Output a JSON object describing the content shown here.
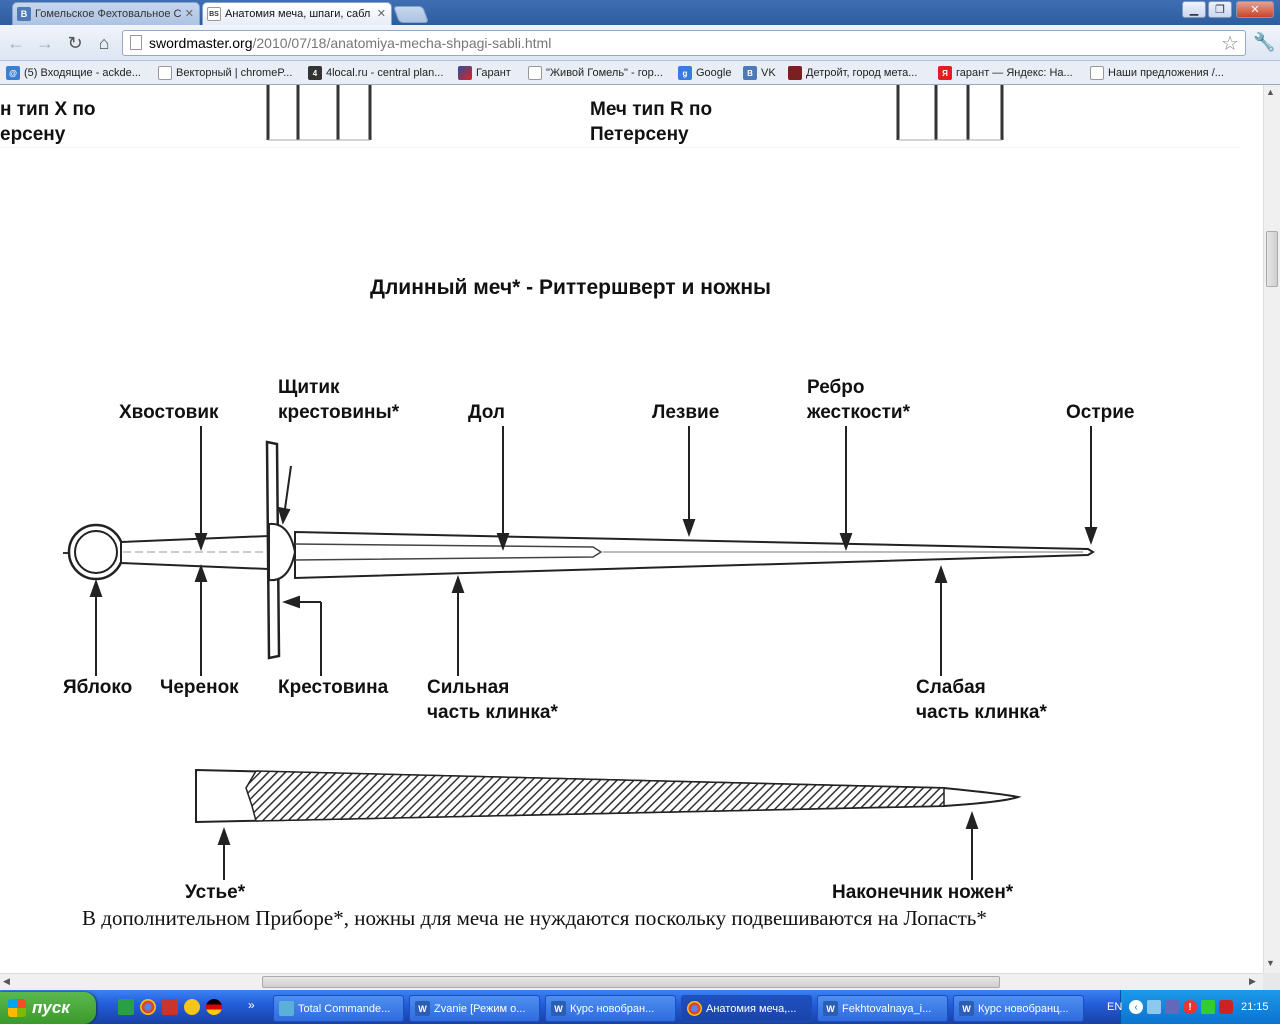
{
  "browser": {
    "tabs": [
      {
        "label": "Гомельское Фехтовальное С",
        "favicon": "В"
      },
      {
        "label": "Анатомия меча, шпаги, сабл",
        "favicon": "BS"
      }
    ],
    "url": {
      "host": "swordmaster.org",
      "path": "/2010/07/18/anatomiya-mecha-shpagi-sabli.html"
    },
    "bookmarks": [
      {
        "label": "(5) Входящие - ackde..."
      },
      {
        "label": "Векторный | chromeP..."
      },
      {
        "label": "4local.ru - central plan..."
      },
      {
        "label": "Гарант"
      },
      {
        "label": "\"Живой Гомель\" - гор..."
      },
      {
        "label": "Google"
      },
      {
        "label": "VK"
      },
      {
        "label": "Детройт, город мета..."
      },
      {
        "label": "гарант — Яндекс: На..."
      },
      {
        "label": "Наши предложения /..."
      }
    ]
  },
  "page": {
    "top_left_caption": [
      "н тип X по",
      "ерсену"
    ],
    "top_right_caption": [
      "Меч тип R по",
      "Петерсену"
    ],
    "heading": "Длинный меч* - Риттершверт и ножны",
    "sword_labels": {
      "tang": "Хвостовик",
      "guard_shield": [
        "Щитик",
        "крестовины*"
      ],
      "fuller": "Дол",
      "blade": "Лезвие",
      "rib": [
        "Ребро",
        "жесткости*"
      ],
      "point": "Острие",
      "pommel": "Яблоко",
      "grip": "Черенок",
      "crossguard": "Крестовина",
      "forte": [
        "Сильная",
        "часть клинка*"
      ],
      "foible": [
        "Слабая",
        "часть клинка*"
      ]
    },
    "scabbard_labels": {
      "mouth": "Устье*",
      "chape": "Наконечник ножен*"
    },
    "footer_text": "В дополнительном Приборе*, ножны для меча не нуждаются поскольку подвешиваются на Лопасть*"
  },
  "taskbar": {
    "start_label": "пуск",
    "tasks": [
      {
        "label": "Total Commande...",
        "icon": "TC"
      },
      {
        "label": "Zvanie [Режим о...",
        "icon": "W"
      },
      {
        "label": "Курс новобран...",
        "icon": "W"
      },
      {
        "label": "Анатомия меча,...",
        "icon": "chrome"
      },
      {
        "label": "Fekhtovalnaya_i...",
        "icon": "W"
      },
      {
        "label": "Курс новобранц...",
        "icon": "W"
      }
    ],
    "language": "EN",
    "clock": "21:15"
  }
}
